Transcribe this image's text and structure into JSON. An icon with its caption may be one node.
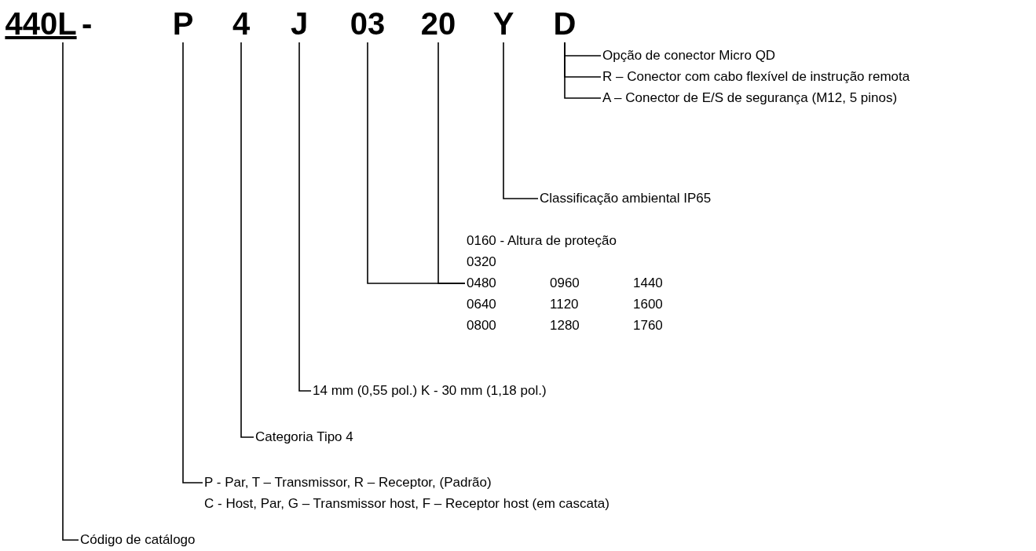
{
  "diagram": {
    "nodes": [
      {
        "text": [
          "440L"
        ]
      },
      {
        "text": [
          "P"
        ]
      },
      {
        "text": [
          "4"
        ]
      },
      {
        "text": [
          "J"
        ]
      },
      {
        "text": [
          "03"
        ]
      },
      {
        "text": [
          "20"
        ]
      },
      {
        "text": [
          "Y"
        ]
      },
      {
        "text": [
          "D"
        ]
      },
      {
        "text": [
          "Opção de conector Micro QD"
        ]
      },
      {
        "text": [
          "R – Conector com cabo flexível de instrução remota"
        ]
      },
      {
        "text": [
          "A – Conector de E/S de segurança (M12, 5 pinos)"
        ]
      },
      {
        "text": [
          "Classificação ambiental IP65"
        ]
      },
      {
        "text": [
          "0160 - Altura de proteção",
          "0320",
          "0480",
          "0960",
          "1440",
          "0640",
          "1120",
          "1600",
          "0800",
          "1280",
          "1760"
        ]
      },
      {
        "text": [
          "14 mm (0,55 pol.) K - 30 mm (1,18 pol.)"
        ]
      },
      {
        "text": [
          "Categoria Tipo 4"
        ]
      },
      {
        "text": [
          "P - Par, T – Transmissor, R – Receptor, (Padrão)",
          "C - Host, Par, G – Transmissor host, F – Receptor host (em cascata)"
        ]
      },
      {
        "text": [
          "Código de catálogo"
        ]
      }
    ],
    "edges": [
      {
        "from": 7,
        "to": 8,
        "arrow": "none"
      },
      {
        "from": 7,
        "to": 9,
        "arrow": "none"
      },
      {
        "from": 7,
        "to": 10,
        "arrow": "none"
      },
      {
        "from": 6,
        "to": 11,
        "arrow": "none"
      },
      {
        "from": 4,
        "to": 12,
        "arrow": "none"
      },
      {
        "from": 5,
        "to": 12,
        "arrow": "none"
      },
      {
        "from": 3,
        "to": 13,
        "arrow": "none"
      },
      {
        "from": 2,
        "to": 14,
        "arrow": "none"
      },
      {
        "from": 1,
        "to": 15,
        "arrow": "none"
      },
      {
        "from": 0,
        "to": 16,
        "arrow": "none"
      }
    ],
    "labels": [
      "-"
    ]
  }
}
